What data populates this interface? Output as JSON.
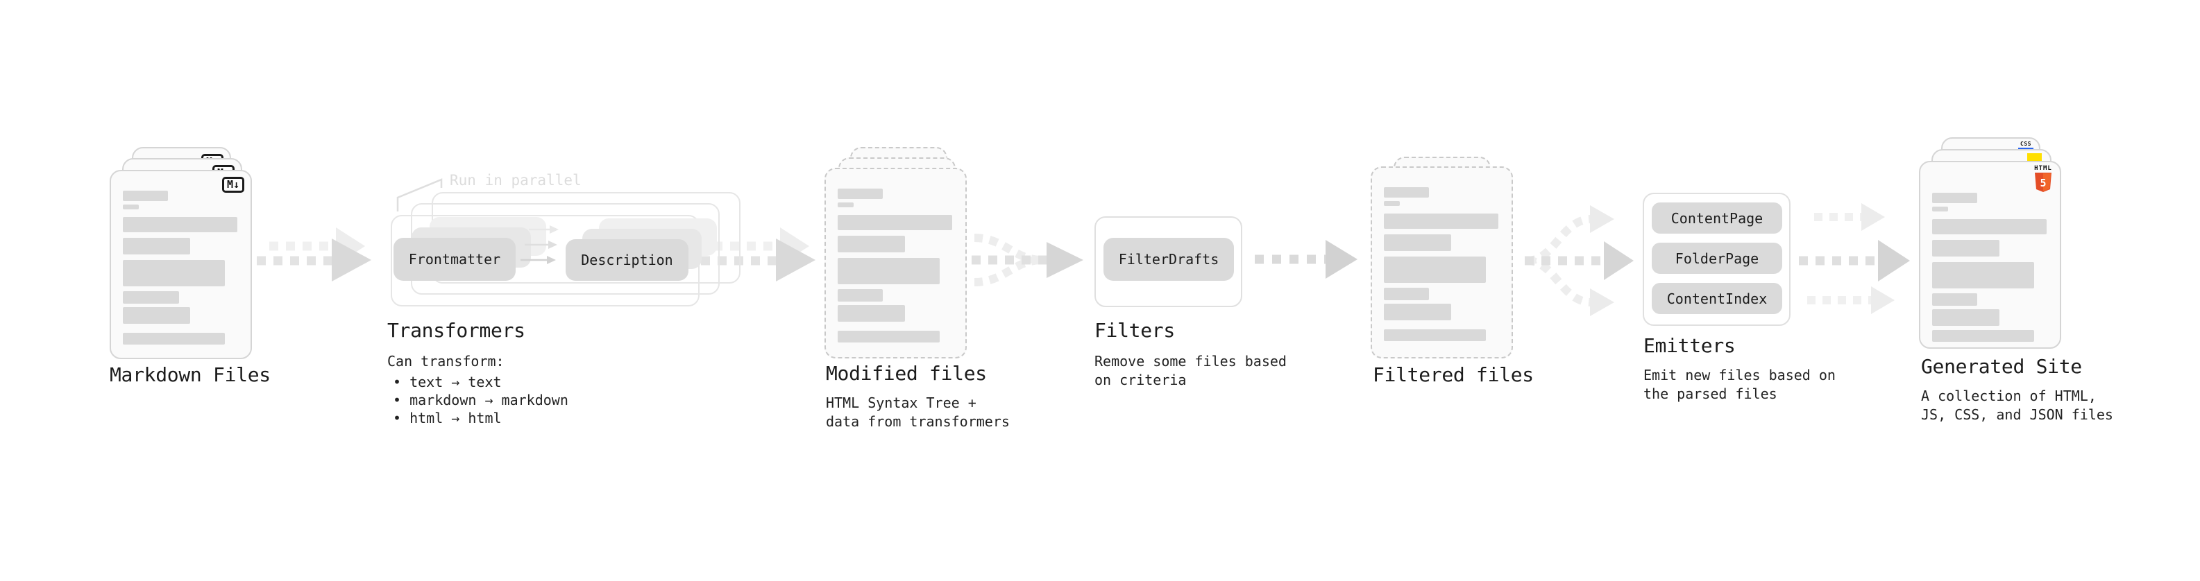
{
  "nodes": {
    "markdown": {
      "label": "Markdown Files",
      "badge": "M↓"
    },
    "transformers": {
      "label": "Transformers",
      "annotation": "Run in parallel",
      "chip1": "Frontmatter",
      "chip2": "Description",
      "desc_title": "Can transform:",
      "bullets": "• text → text\n• markdown → markdown\n• html → html"
    },
    "modified": {
      "label": "Modified files",
      "desc": "HTML Syntax Tree +\ndata from transformers"
    },
    "filters": {
      "label": "Filters",
      "chip1": "FilterDrafts",
      "desc": "Remove some files based\non criteria"
    },
    "filtered": {
      "label": "Filtered files"
    },
    "emitters": {
      "label": "Emitters",
      "chip1": "ContentPage",
      "chip2": "FolderPage",
      "chip3": "ContentIndex",
      "desc": "Emit new files based on\nthe parsed files"
    },
    "generated": {
      "label": "Generated Site",
      "desc": "A collection of HTML,\nJS, CSS, and JSON files",
      "css_badge": "CSS",
      "html_badge": "HTML",
      "html5_number": "5"
    }
  },
  "colors": {
    "html5_orange": "#e44d26",
    "html5_orange_light": "#f16529",
    "js_yellow": "#ffdf00",
    "css_blue": "#2965f1",
    "chip_gray": "#dadada",
    "arrow_gray": "#d8d8d8",
    "bar_gray": "#d9d9d9"
  }
}
